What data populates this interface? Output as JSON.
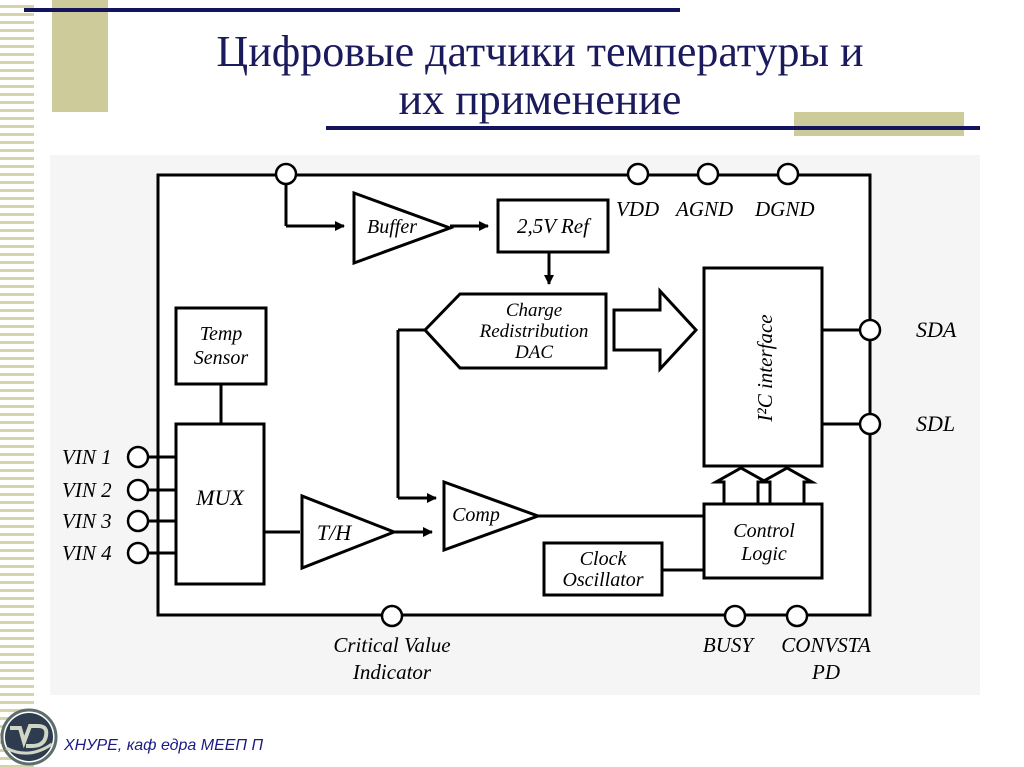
{
  "slide": {
    "title_line1": "Цифровые датчики температуры и",
    "title_line2": "их применение",
    "footer": "ХНУРЕ, каф едра МЕЕП П",
    "colors": {
      "navy": "#14145e",
      "olive": "#cdcb9a",
      "stripe": "#d6d3a8"
    }
  },
  "diagram": {
    "blocks": {
      "buffer": "Buffer",
      "ref": "2,5V Ref",
      "dac": [
        "Charge",
        "Redistribution",
        "DAC"
      ],
      "temp_sensor": [
        "Temp",
        "Sensor"
      ],
      "mux": "MUX",
      "th": "T/H",
      "comp": "Comp",
      "i2c": "I²C interface",
      "control": [
        "Control",
        "Logic"
      ],
      "clock": [
        "Clock",
        "Oscillator"
      ]
    },
    "pins": {
      "vdd": "VDD",
      "agnd": "AGND",
      "dgnd": "DGND",
      "sda": "SDA",
      "sdl": "SDL",
      "vin1": "VIN 1",
      "vin2": "VIN 2",
      "vin3": "VIN 3",
      "vin4": "VIN 4",
      "critical": [
        "Critical Value",
        "Indicator"
      ],
      "busy": "BUSY",
      "convsta": [
        "CONVSTA",
        "PD"
      ]
    }
  }
}
